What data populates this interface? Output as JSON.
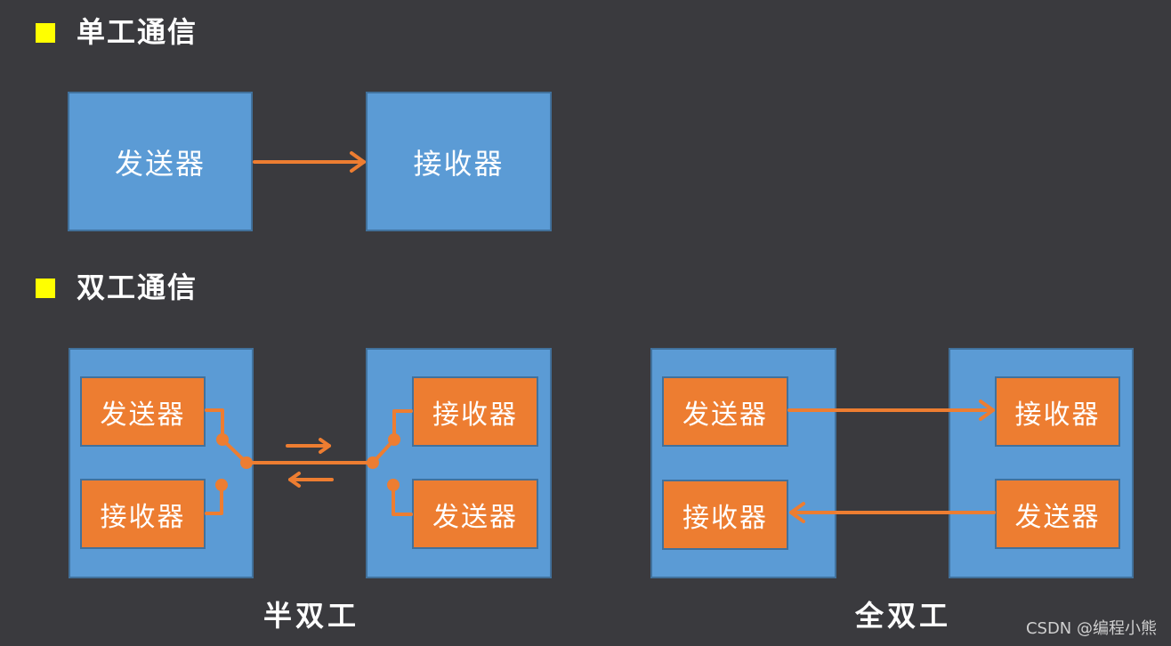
{
  "sections": {
    "simplex_title": "单工通信",
    "duplex_title": "双工通信"
  },
  "simplex": {
    "sender": "发送器",
    "receiver": "接收器"
  },
  "half_duplex": {
    "left_top": "发送器",
    "left_bottom": "接收器",
    "right_top": "接收器",
    "right_bottom": "发送器",
    "label": "半双工"
  },
  "full_duplex": {
    "left_top": "发送器",
    "left_bottom": "接收器",
    "right_top": "接收器",
    "right_bottom": "发送器",
    "label": "全双工"
  },
  "watermark": "CSDN @编程小熊",
  "colors": {
    "background": "#3a3a3e",
    "block_blue": "#5b9bd5",
    "block_orange": "#ed7d31",
    "bullet_yellow": "#ffff00"
  }
}
